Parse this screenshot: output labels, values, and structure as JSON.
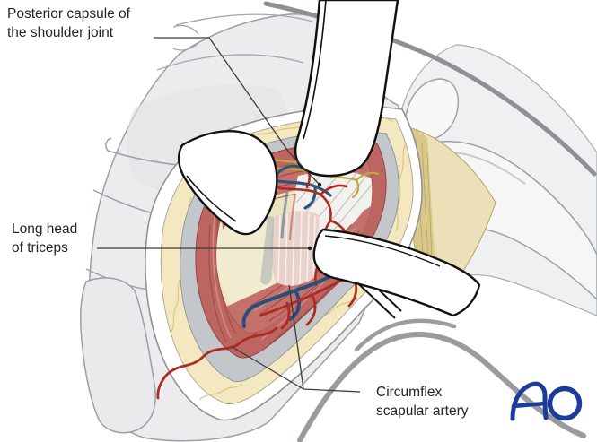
{
  "labels": {
    "posterior_capsule": {
      "line1": "Posterior capsule of",
      "line2": "the shoulder joint"
    },
    "long_head_of_triceps": {
      "line1": "Long head",
      "line2": "of triceps"
    },
    "circumflex_scapular_artery": {
      "line1": "Circumflex",
      "line2": "scapular artery"
    }
  },
  "logo": {
    "text": "AO",
    "color": "#1c3c9b"
  },
  "illustration": {
    "parts": [
      "scapula-back-contour",
      "upper-arm-humerus",
      "cut-deltoid-muscle",
      "surgical-incision-layers",
      "posterior-capsule",
      "long-head-of-triceps-tendon",
      "circumflex-scapular-artery",
      "vein",
      "nerve",
      "retractors"
    ],
    "colors": {
      "muscle": "#bd6561",
      "fat": "#f4e8c1",
      "fascia": "#c3c6cb",
      "bone": "#ece3c0",
      "capsule": "#f2f1ee",
      "artery": "#b02a24",
      "vein": "#24507c",
      "nerve": "#bfa93c",
      "outline": "#9aa0a4",
      "body_contour": "#8d9094"
    }
  }
}
